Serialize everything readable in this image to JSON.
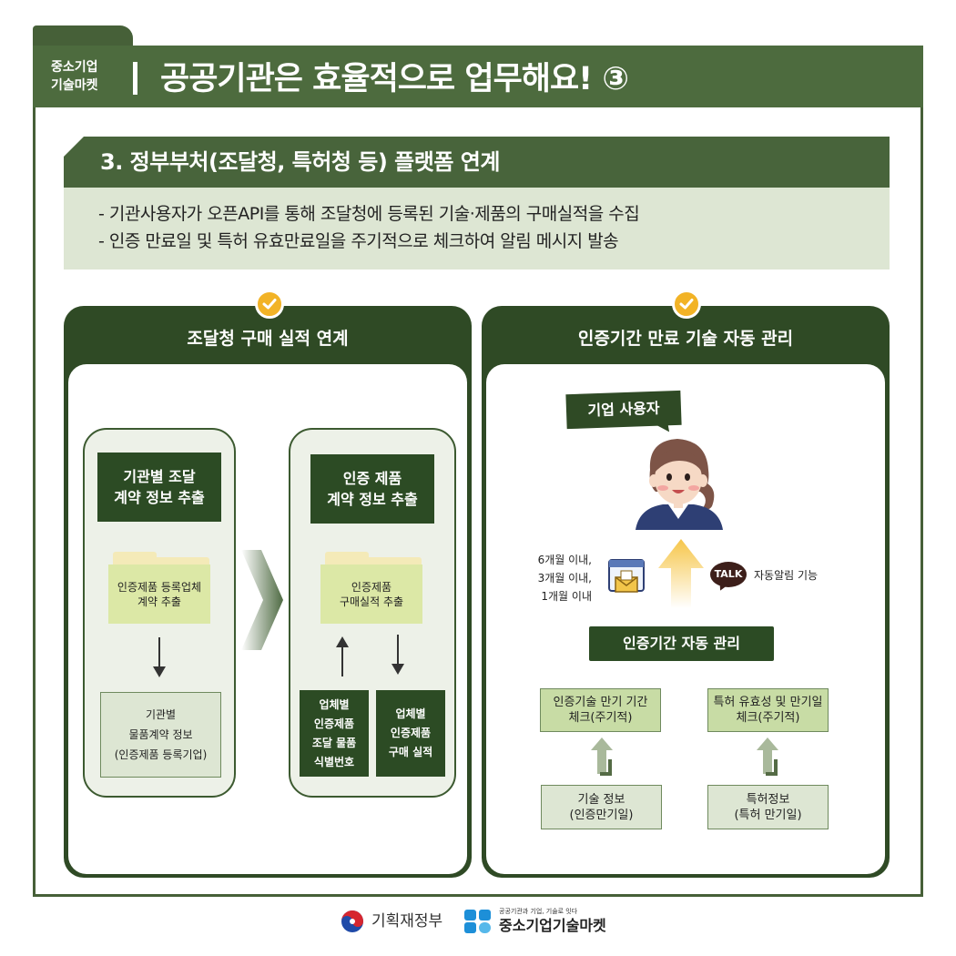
{
  "header": {
    "brand_line1": "중소기업",
    "brand_line2": "기술마켓",
    "title": "공공기관은 효율적으로 업무해요! ③"
  },
  "section": {
    "title": "3. 정부부처(조달청, 특허청 등) 플랫폼 연계",
    "bullets": [
      "- 기관사용자가 오픈API를 통해 조달청에 등록된 기술·제품의 구매실적을 수집",
      "- 인증 만료일 및 특허 유효만료일을 주기적으로 체크하여 알림 메시지 발송"
    ]
  },
  "left_panel": {
    "title": "조달청 구매 실적 연계",
    "col1": {
      "header": "기관별 조달\n계약 정보 추출",
      "folder": "인증제품 등록업체\n계약 추출",
      "result": "기관별\n물품계약 정보\n(인증제품 등록기업)"
    },
    "col2": {
      "header": "인증 제품\n계약 정보 추출",
      "folder": "인증제품\n구매실적 추출",
      "box_a": "업체별\n인증제품\n조달 물품\n식별번호",
      "box_b": "업체별\n인증제품\n구매 실적"
    }
  },
  "right_panel": {
    "title": "인증기간 만료 기술 자동 관리",
    "bubble": "기업 사용자",
    "periods": "6개월 이내,\n3개월 이내,\n1개월 이내",
    "talk_badge": "TALK",
    "notify_label": "자동알림 기능",
    "manage_box": "인증기간 자동 관리",
    "check_left": "인증기술 만기 기간\n체크(주기적)",
    "check_right": "특허 유효성 및 만기일\n체크(주기적)",
    "info_left": "기술 정보\n(인증만기일)",
    "info_right": "특허정보\n(특허 만기일)"
  },
  "footer": {
    "ministry": "기획재정부",
    "market_tagline": "공공기관과 기업, 기술로 잇다",
    "market_name": "중소기업기술마켓"
  },
  "colors": {
    "primary_green": "#4d6b3e",
    "dark_green": "#2f4a25",
    "light_green_bg": "#dde6d3",
    "check_yellow": "#f2b326"
  }
}
